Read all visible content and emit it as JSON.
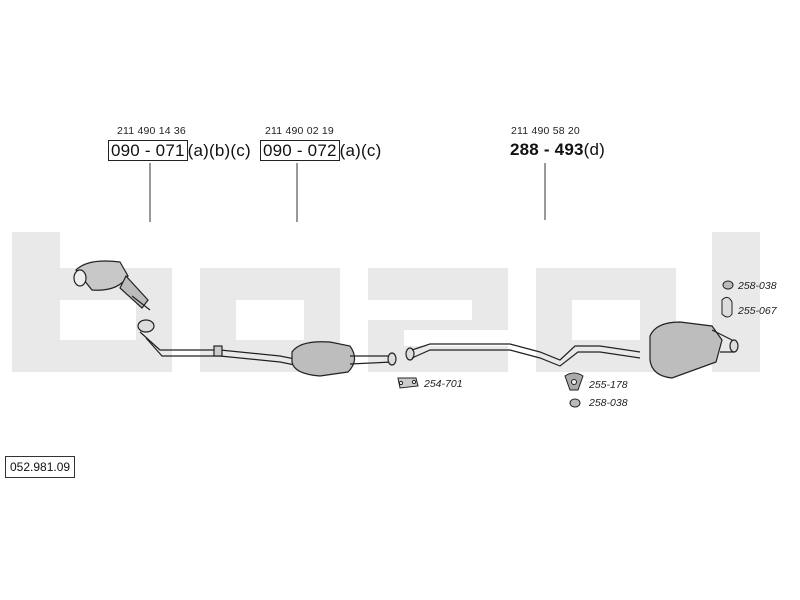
{
  "diagram": {
    "watermark": "bosal",
    "groups": [
      {
        "oem": "211 490 14 36",
        "part": "090 - 071",
        "suffix": "(a)(b)(c)",
        "boxed": true
      },
      {
        "oem": "211 490 02 19",
        "part": "090 - 072",
        "suffix": "(a)(c)",
        "boxed": true
      },
      {
        "oem": "211 490 58 20",
        "part": "288 - 493",
        "suffix": "(d)",
        "boxed": false
      }
    ],
    "fittings": [
      {
        "label": "258-038",
        "icon": "rubber-ring-icon"
      },
      {
        "label": "255-067",
        "icon": "hanger-icon"
      },
      {
        "label": "254-701",
        "icon": "gasket-icon"
      },
      {
        "label": "255-178",
        "icon": "mounting-bracket-icon"
      },
      {
        "label": "258-038",
        "icon": "rubber-ring-icon"
      }
    ],
    "reference": "052.981.09",
    "colors": {
      "watermark": "#e9e9e9",
      "line": "#222222",
      "part": "#bdbdbd"
    }
  }
}
